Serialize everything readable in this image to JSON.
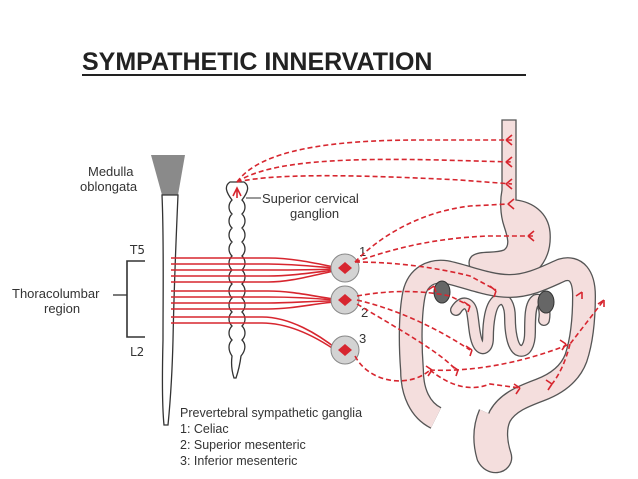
{
  "title": "SYMPATHETIC INNERVATION",
  "labels": {
    "medulla_line1": "Medulla",
    "medulla_line2": "oblongata",
    "scg_line1": "Superior cervical",
    "scg_line2": "ganglion",
    "thoraco_line1": "Thoracolumbar",
    "thoraco_line2": "region",
    "level_top": "T5",
    "level_bottom": "L2"
  },
  "ganglia": [
    {
      "num": "1"
    },
    {
      "num": "2"
    },
    {
      "num": "3"
    }
  ],
  "legend": {
    "heading": "Prevertebral sympathetic ganglia",
    "items": [
      "1: Celiac",
      "2: Superior mesenteric",
      "3: Inferior mesenteric"
    ]
  },
  "colors": {
    "nerve": "#d7262f",
    "organ_fill": "#f4dedd",
    "ganglion_fill": "#d3d3d3",
    "medulla_fill": "#8a8a8a"
  }
}
